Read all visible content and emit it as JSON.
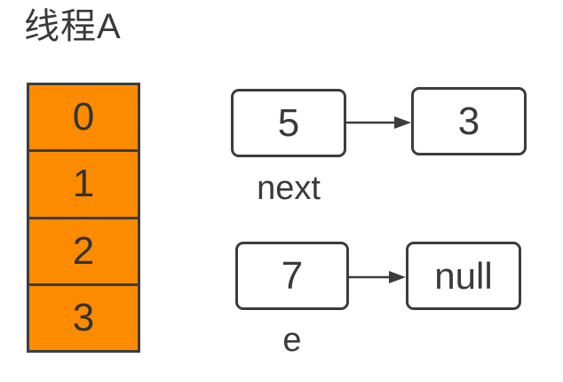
{
  "title": "线程A",
  "array": {
    "description": "thread-a-slot-array",
    "cells": [
      "0",
      "1",
      "2",
      "3"
    ]
  },
  "links": [
    {
      "from": "5",
      "to": "3",
      "label": "next"
    },
    {
      "from": "7",
      "to": "null",
      "label": "e"
    }
  ],
  "icons": {
    "arrow": "arrow-right-icon"
  },
  "colors": {
    "array_fill": "#FC8B00",
    "stroke": "#3C3C3C",
    "text": "#3A3A3A",
    "node_fill": "#FFFFFF",
    "background": "#FFFFFF"
  }
}
